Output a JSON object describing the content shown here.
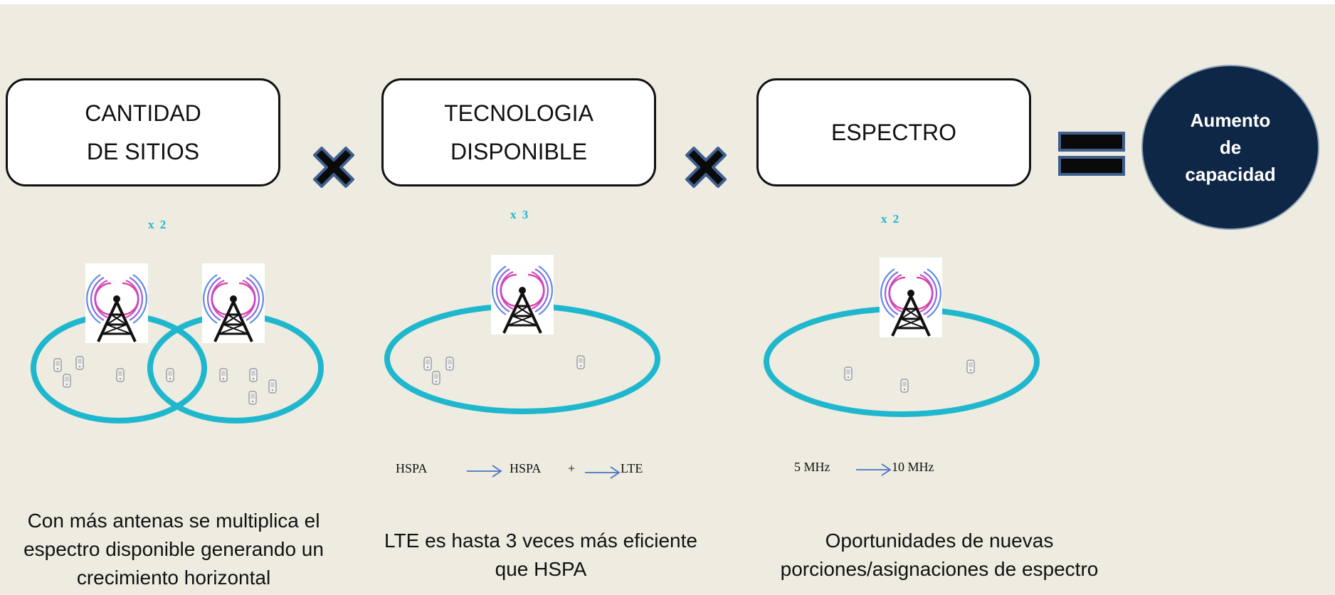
{
  "factors": [
    {
      "title_line1": "CANTIDAD",
      "title_line2": "DE SITIOS",
      "multiplier": "x 2",
      "caption_lines": [
        "Con más antenas se multiplica el",
        "espectro disponible generando un",
        "crecimiento horizontal"
      ]
    },
    {
      "title_line1": "TECNOLOGIA",
      "title_line2": "DISPONIBLE",
      "multiplier": "x 3",
      "caption_lines": [
        "LTE es hasta 3 veces más eficiente",
        "que HSPA"
      ]
    },
    {
      "title_line1": "ESPECTRO",
      "title_line2": "",
      "multiplier": "x 2",
      "caption_lines": [
        "Oportunidades de nuevas",
        "porciones/asignaciones de espectro"
      ]
    }
  ],
  "result": {
    "line1": "Aumento",
    "line2": "de",
    "line3": "capacidad"
  },
  "tech_flow": {
    "from": "HSPA",
    "to": "HSPA",
    "plus": "+",
    "to2": "LTE"
  },
  "spectrum_flow": {
    "from": "5 MHz",
    "to": "10 MHz"
  },
  "colors": {
    "background": "#eeebe1",
    "accent": "#1fb7cd",
    "result_circle": "#0f2747",
    "operator": "#0a0a0a"
  },
  "icons": [
    "cell-tower-icon",
    "phone-icon",
    "multiply-icon",
    "equals-icon"
  ]
}
